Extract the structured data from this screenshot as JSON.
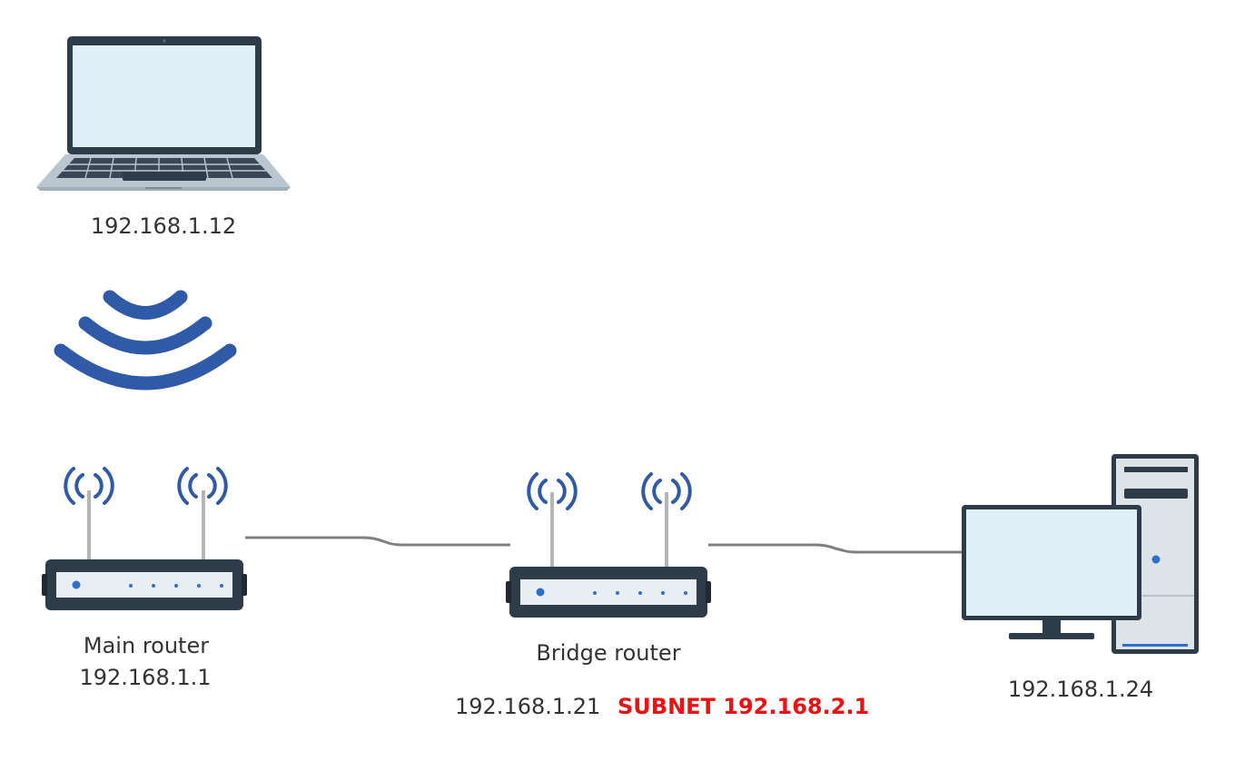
{
  "laptop": {
    "ip": "192.168.1.12"
  },
  "main_router": {
    "name": "Main router",
    "ip": "192.168.1.1"
  },
  "bridge_router": {
    "name": "Bridge router",
    "ip": "192.168.1.21",
    "subnet": "SUBNET 192.168.2.1"
  },
  "desktop": {
    "ip": "192.168.1.24"
  },
  "colors": {
    "device_dark": "#2e3b49",
    "screen": "#dff0f9",
    "signal": "#2e5aa8",
    "cable": "#808080",
    "subnet_text": "#ee1111",
    "led": "#2e6fce"
  }
}
